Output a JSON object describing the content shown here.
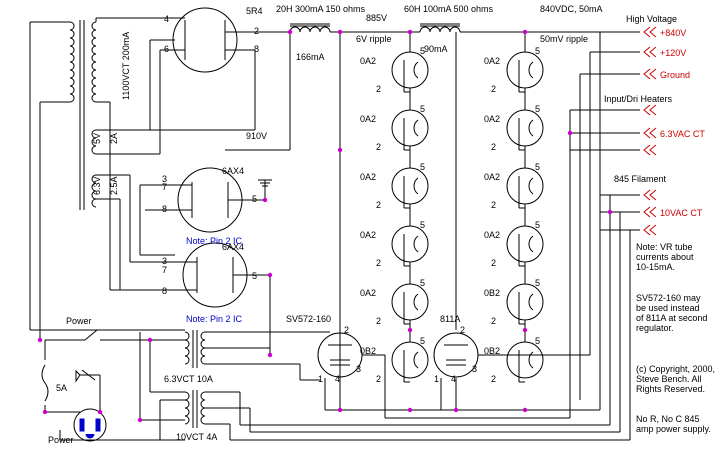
{
  "labels": {
    "rect_tube": "5R4",
    "rect_pin2": "2",
    "rect_pin4": "4",
    "rect_pin6": "6",
    "rect_pin8": "8",
    "choke1": "20H 300mA 150 ohms",
    "choke1_current": "166mA",
    "v885": "885V",
    "ripple6": "6V ripple",
    "choke2": "60H 100mA 500 ohms",
    "choke2_current": "90mA",
    "out_voltage": "840VDC, 50mA",
    "ripple50": "50mV ripple",
    "v910": "910V",
    "main_secondary": "1100VCT 200mA",
    "fil_5v": "5V",
    "fil_2a": "2A",
    "fil_63v": "6.3V",
    "fil_25a": "2.5A",
    "tube_6ax4_a": "6AX4",
    "tube_6ax4_b": "6AX4",
    "note_pin2_a": "Note: Pin 2 IC",
    "note_pin2_b": "Note: Pin 2 IC",
    "pin3": "3",
    "pin5": "5",
    "pin7": "7",
    "pin8": "8",
    "reg1": "SV572-160",
    "reg2": "811A",
    "power_switch": "Power",
    "fuse": "5A",
    "power_plug": "Power",
    "xfmr_63": "6.3VCT 10A",
    "xfmr_10": "10VCT 4A",
    "tube_0a2": "0A2",
    "tube_0b2": "0B2"
  },
  "outputs": {
    "high_voltage": "High Voltage",
    "plus840": "+840V",
    "plus120": "+120V",
    "ground": "Ground",
    "heaters": "Input/Dri Heaters",
    "ac63": "6.3VAC CT",
    "filament": "845 Filament",
    "ac10": "10VAC CT"
  },
  "notes": {
    "vr": [
      "Note: VR tube",
      "currents about",
      "10-15mA."
    ],
    "sv": [
      "SV572-160 may",
      "be used instead",
      "of 811A at second",
      "regulator."
    ],
    "copy": [
      "(c) Copyright, 2000,",
      "Steve Bench.  All",
      "Rights Reserved."
    ],
    "nor": [
      "No R, No C  845",
      "amp power supply."
    ]
  },
  "colors": {
    "wire": "#000000",
    "node": "#cc00cc",
    "text_red": "#cc0000",
    "note_blue": "#0000cc"
  }
}
